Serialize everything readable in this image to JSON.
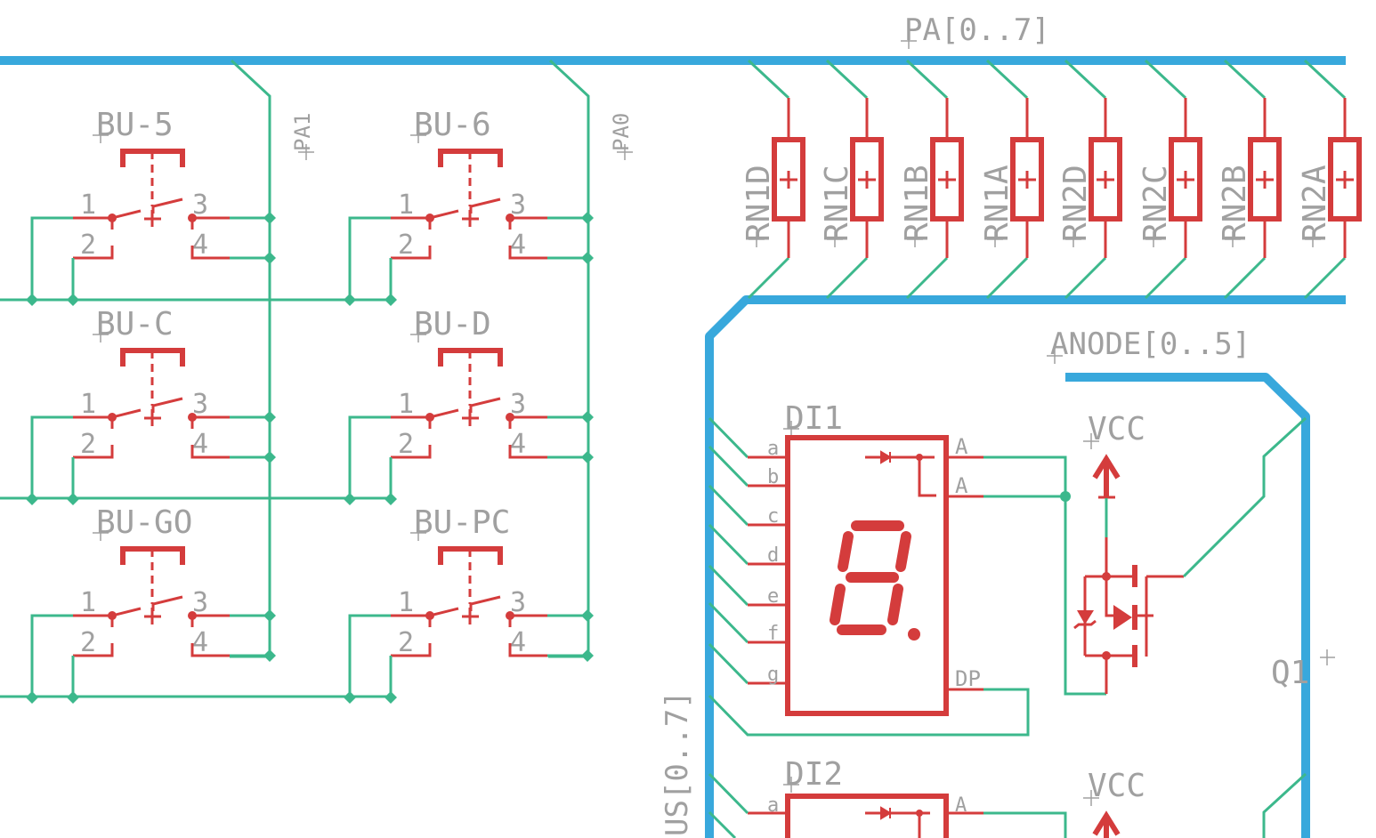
{
  "buses": {
    "pa": "PA[0..7]",
    "anode": "ANODE[0..5]",
    "segments_partial": "US[0..7]"
  },
  "buttons": [
    {
      "name": "BU-5",
      "net": "PA1"
    },
    {
      "name": "BU-6",
      "net": "PA0"
    },
    {
      "name": "BU-C",
      "net": "PA1"
    },
    {
      "name": "BU-D",
      "net": "PA0"
    },
    {
      "name": "BU-GO",
      "net": "PA1"
    },
    {
      "name": "BU-PC",
      "net": "PA0"
    }
  ],
  "button_pins": [
    "1",
    "2",
    "3",
    "4"
  ],
  "net_labels": [
    "PA1",
    "PA0"
  ],
  "resistors": [
    "RN1D",
    "RN1C",
    "RN1B",
    "RN1A",
    "RN2D",
    "RN2C",
    "RN2B",
    "RN2A"
  ],
  "displays": [
    {
      "name": "DI1",
      "left_pins": [
        "a",
        "b",
        "c",
        "d",
        "e",
        "f",
        "g"
      ],
      "right_pins": [
        "A",
        "A",
        "DP"
      ]
    },
    {
      "name": "DI2",
      "left_pins": [
        "a"
      ],
      "right_pins": [
        "A"
      ]
    }
  ],
  "supplies": [
    "VCC",
    "VCC"
  ],
  "transistor": "Q1",
  "colors": {
    "bus": "#38a8dc",
    "wire": "#3cb88c",
    "symbol": "#d43c3c",
    "text": "#a0a0a0"
  }
}
